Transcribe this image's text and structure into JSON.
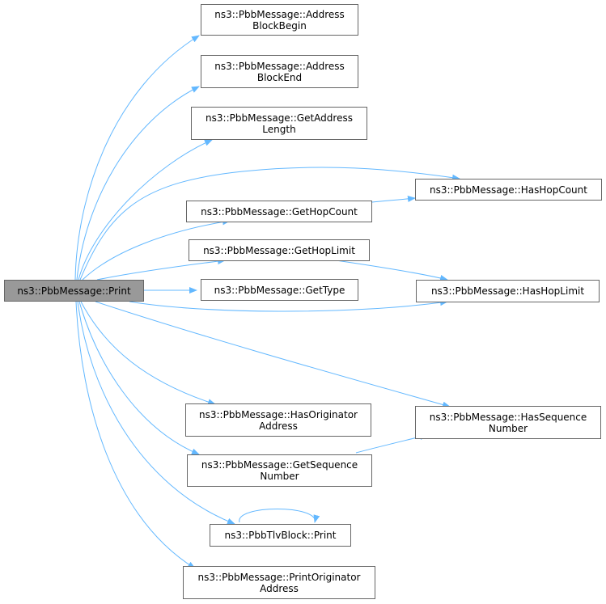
{
  "nodes": [
    {
      "id": "root",
      "lines": [
        "ns3::PbbMessage::Print"
      ]
    },
    {
      "id": "address-block-begin",
      "lines": [
        "ns3::PbbMessage::Address",
        "BlockBegin"
      ]
    },
    {
      "id": "address-block-end",
      "lines": [
        "ns3::PbbMessage::Address",
        "BlockEnd"
      ]
    },
    {
      "id": "get-address-length",
      "lines": [
        "ns3::PbbMessage::GetAddress",
        "Length"
      ]
    },
    {
      "id": "has-hop-count",
      "lines": [
        "ns3::PbbMessage::HasHopCount"
      ]
    },
    {
      "id": "get-hop-count",
      "lines": [
        "ns3::PbbMessage::GetHopCount"
      ]
    },
    {
      "id": "get-hop-limit",
      "lines": [
        "ns3::PbbMessage::GetHopLimit"
      ]
    },
    {
      "id": "get-type",
      "lines": [
        "ns3::PbbMessage::GetType"
      ]
    },
    {
      "id": "has-hop-limit",
      "lines": [
        "ns3::PbbMessage::HasHopLimit"
      ]
    },
    {
      "id": "has-originator-address",
      "lines": [
        "ns3::PbbMessage::HasOriginator",
        "Address"
      ]
    },
    {
      "id": "has-sequence-number",
      "lines": [
        "ns3::PbbMessage::HasSequence",
        "Number"
      ]
    },
    {
      "id": "get-sequence-number",
      "lines": [
        "ns3::PbbMessage::GetSequence",
        "Number"
      ]
    },
    {
      "id": "tlv-block-print",
      "lines": [
        "ns3::PbbTlvBlock::Print"
      ]
    },
    {
      "id": "print-originator-address",
      "lines": [
        "ns3::PbbMessage::PrintOriginator",
        "Address"
      ]
    }
  ],
  "edges": [
    {
      "from": "root",
      "to": "address-block-begin"
    },
    {
      "from": "root",
      "to": "address-block-end"
    },
    {
      "from": "root",
      "to": "get-address-length"
    },
    {
      "from": "root",
      "to": "has-hop-count"
    },
    {
      "from": "root",
      "to": "get-hop-count"
    },
    {
      "from": "root",
      "to": "get-hop-limit"
    },
    {
      "from": "root",
      "to": "get-type"
    },
    {
      "from": "root",
      "to": "has-hop-limit"
    },
    {
      "from": "root",
      "to": "has-originator-address"
    },
    {
      "from": "root",
      "to": "has-sequence-number"
    },
    {
      "from": "root",
      "to": "get-sequence-number"
    },
    {
      "from": "root",
      "to": "tlv-block-print"
    },
    {
      "from": "root",
      "to": "print-originator-address"
    },
    {
      "from": "get-hop-count",
      "to": "has-hop-count"
    },
    {
      "from": "get-hop-limit",
      "to": "has-hop-limit"
    },
    {
      "from": "get-sequence-number",
      "to": "has-sequence-number"
    },
    {
      "from": "tlv-block-print",
      "to": "tlv-block-print"
    }
  ],
  "colors": {
    "edge": "#63b8ff",
    "root_fill": "#999999",
    "node_border": "#666666"
  }
}
